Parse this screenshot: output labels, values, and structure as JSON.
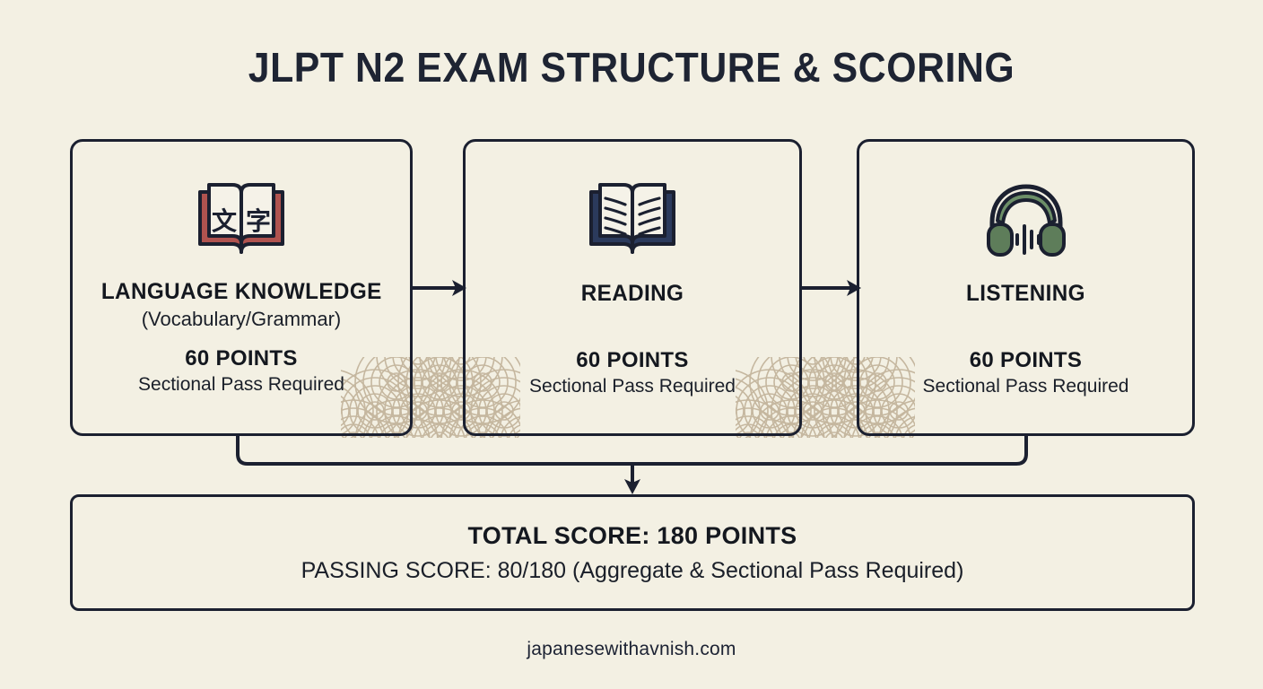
{
  "meta": {
    "background_color": "#f3f0e3",
    "ink_color": "#1b2030",
    "title_color": "#1e2433",
    "wave_color": "#c7b79f"
  },
  "header": {
    "title": "JLPT N2 EXAM STRUCTURE & SCORING"
  },
  "sections": [
    {
      "icon": "open-book-kanji-icon",
      "icon_colors": {
        "cover": "#b0534f",
        "page": "#f5f2e8",
        "outline": "#1b2030",
        "glyphs": "#1b2030"
      },
      "icon_glyphs": [
        "文",
        "字"
      ],
      "title": "LANGUAGE KNOWLEDGE",
      "subtitle": "(Vocabulary/Grammar)",
      "points": "60 POINTS",
      "note": "Sectional Pass Required"
    },
    {
      "icon": "open-book-lines-icon",
      "icon_colors": {
        "cover": "#2b3a5c",
        "page": "#f5f2e8",
        "outline": "#1b2030",
        "glyphs": "#1b2030"
      },
      "icon_glyphs": [],
      "title": "READING",
      "subtitle": "",
      "points": "60 POINTS",
      "note": "Sectional Pass Required"
    },
    {
      "icon": "headphones-waveform-icon",
      "icon_colors": {
        "cover": "#5e7d5a",
        "page": "#6d8f68",
        "outline": "#1b2030",
        "glyphs": "#1b2030"
      },
      "icon_glyphs": [],
      "title": "LISTENING",
      "subtitle": "",
      "points": "60 POINTS",
      "note": "Sectional Pass Required"
    }
  ],
  "flow": {
    "arrow_1": "arrow-right-icon",
    "arrow_2": "arrow-right-icon",
    "merge_arrow": "arrow-down-icon"
  },
  "total": {
    "line_1": "TOTAL SCORE: 180 POINTS",
    "line_2": "PASSING SCORE: 80/180 (Aggregate & Sectional Pass Required)"
  },
  "footer": {
    "text": "japanesewithavnish.com"
  }
}
